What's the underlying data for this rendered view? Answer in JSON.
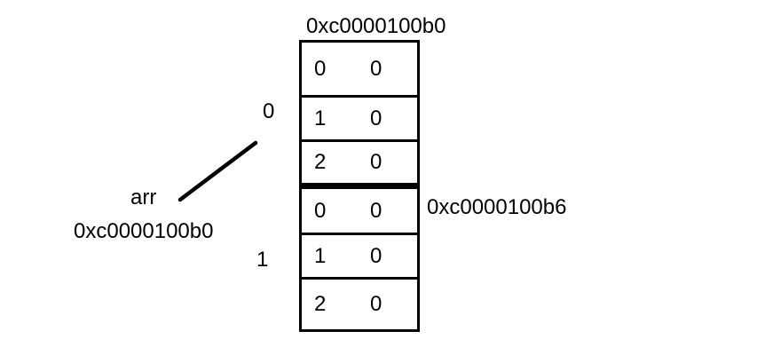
{
  "diagram": {
    "title_address": "0xc0000100b0",
    "second_group_address": "0xc0000100b6",
    "pointer": {
      "name": "arr",
      "address": "0xc0000100b0"
    },
    "groups": [
      {
        "label": "0",
        "rows": [
          {
            "index": "0",
            "value": "0"
          },
          {
            "index": "1",
            "value": "0"
          },
          {
            "index": "2",
            "value": "0"
          }
        ]
      },
      {
        "label": "1",
        "rows": [
          {
            "index": "0",
            "value": "0"
          },
          {
            "index": "1",
            "value": "0"
          },
          {
            "index": "2",
            "value": "0"
          }
        ]
      }
    ],
    "colors": {
      "text": "#000000",
      "border": "#000000",
      "background": "#ffffff",
      "pointer_line": "#000000"
    }
  }
}
